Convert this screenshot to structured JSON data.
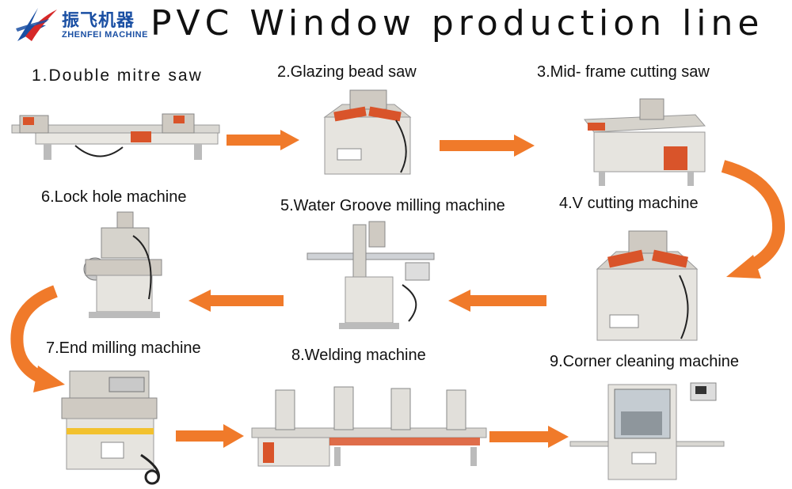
{
  "brand": {
    "name_cn": "振飞机器",
    "name_en": "ZHENFEI MACHINE",
    "colors": {
      "blue": "#1a4fa3",
      "red": "#d62828"
    }
  },
  "title": "PVC Window production line",
  "steps": [
    {
      "label": "1.Double mitre saw"
    },
    {
      "label": "2.Glazing bead saw"
    },
    {
      "label": "3.Mid- frame cutting saw"
    },
    {
      "label": "4.V cutting machine"
    },
    {
      "label": "5.Water Groove milling machine"
    },
    {
      "label": "6.Lock hole machine"
    },
    {
      "label": "7.End milling machine"
    },
    {
      "label": "8.Welding machine"
    },
    {
      "label": "9.Corner cleaning machine"
    }
  ],
  "arrow_color": "#f07a2a",
  "machine_color": "#e6e4df"
}
